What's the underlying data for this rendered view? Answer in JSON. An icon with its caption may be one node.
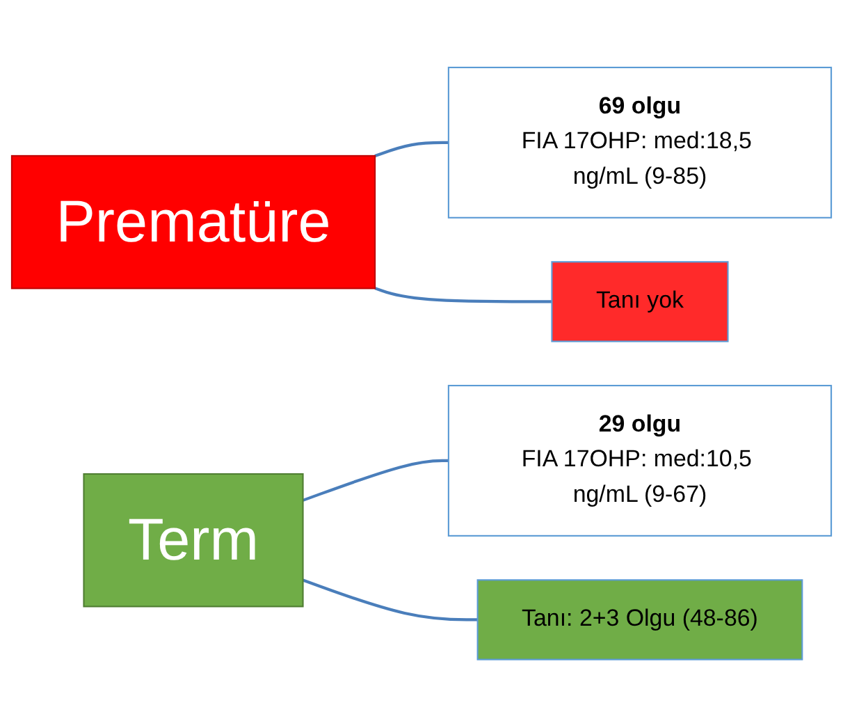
{
  "diagram": {
    "nodes": [
      {
        "text": [
          "Prematüre"
        ]
      },
      {
        "text": [
          "69 olgu",
          "FIA 17OHP: med:18,5 ng/mL (9-85)"
        ]
      },
      {
        "text": [
          "Tanı yok"
        ]
      },
      {
        "text": [
          "Term"
        ]
      },
      {
        "text": [
          "29 olgu",
          "FIA 17OHP: med:10,5 ng/mL (9-67)"
        ]
      },
      {
        "text": [
          "Tanı: 2+3 Olgu (48-86)"
        ]
      }
    ],
    "edges": [
      {
        "from": 0,
        "to": 1,
        "arrow": "none"
      },
      {
        "from": 0,
        "to": 2,
        "arrow": "none"
      },
      {
        "from": 3,
        "to": 4,
        "arrow": "none"
      },
      {
        "from": 3,
        "to": 5,
        "arrow": "none"
      }
    ]
  }
}
